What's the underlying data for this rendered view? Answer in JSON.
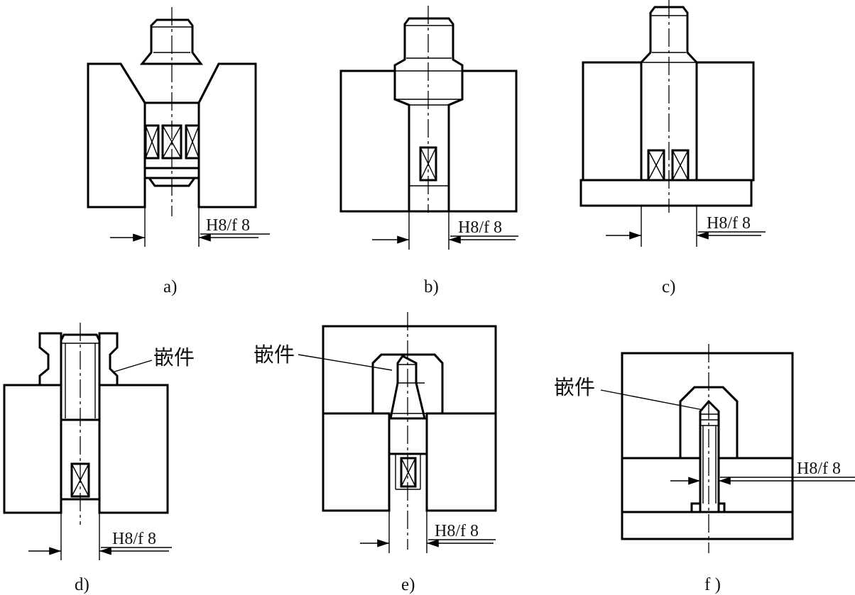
{
  "figure": {
    "panels": [
      {
        "id": "a",
        "caption": "a)",
        "fit": "H8/f 8"
      },
      {
        "id": "b",
        "caption": "b)",
        "fit": "H8/f 8"
      },
      {
        "id": "c",
        "caption": "c)",
        "fit": "H8/f 8"
      },
      {
        "id": "d",
        "caption": "d)",
        "fit": "H8/f 8",
        "insert_label": "嵌件"
      },
      {
        "id": "e",
        "caption": "e)",
        "fit": "H8/f 8",
        "insert_label": "嵌件"
      },
      {
        "id": "f",
        "caption": "f )",
        "fit": "H8/f 8",
        "insert_label": "嵌件"
      }
    ]
  }
}
